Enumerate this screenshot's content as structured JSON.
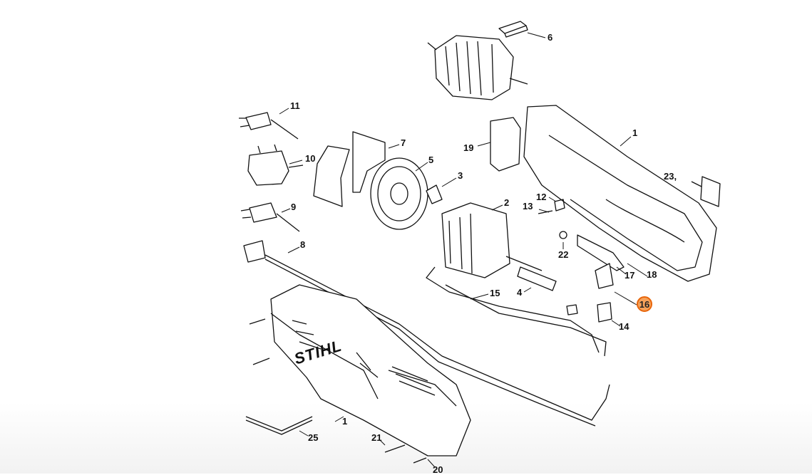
{
  "diagram": {
    "brand_logo": "STIHL",
    "highlight_color": "#e8650a",
    "highlighted_part": "16",
    "callouts": [
      "6",
      "11",
      "1",
      "7",
      "19",
      "10",
      "5",
      "23,",
      "3",
      "12",
      "2",
      "13",
      "9",
      "22",
      "8",
      "17",
      "18",
      "15",
      "4",
      "16",
      "14",
      "1",
      "25",
      "21",
      "20"
    ]
  }
}
